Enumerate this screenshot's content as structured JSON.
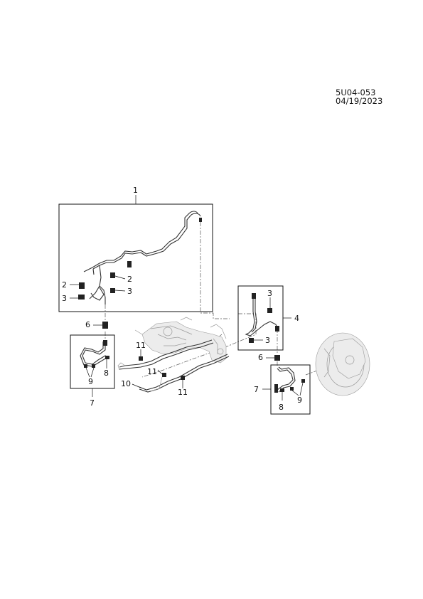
{
  "reference": "5U04-053 04/19/2023",
  "callouts": {
    "c1": "1",
    "c2a": "2",
    "c2b": "2",
    "c3a": "3",
    "c3b": "3",
    "c3c": "3",
    "c3d": "3",
    "c4": "4",
    "c6a": "6",
    "c6b": "6",
    "c7a": "7",
    "c7b": "7",
    "c8a": "8",
    "c8b": "8",
    "c9a": "9",
    "c9b": "9",
    "c10": "10",
    "c11a": "11",
    "c11b": "11",
    "c11c": "11"
  }
}
